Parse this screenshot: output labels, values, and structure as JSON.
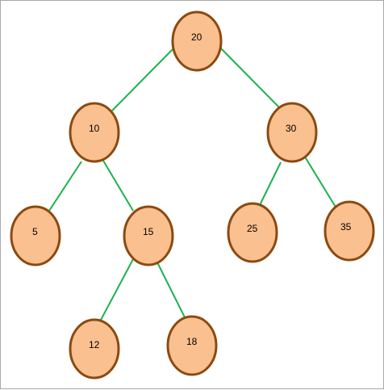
{
  "colors": {
    "node_fill": "#FBC090",
    "node_stroke": "#8B4A10",
    "edge": "#1DB24E",
    "label": "#000000",
    "frame_border": "#A9A9A9"
  },
  "nodes": [
    {
      "id": "n20",
      "label": "20"
    },
    {
      "id": "n10",
      "label": "10"
    },
    {
      "id": "n30",
      "label": "30"
    },
    {
      "id": "n5",
      "label": "5"
    },
    {
      "id": "n15",
      "label": "15"
    },
    {
      "id": "n25",
      "label": "25"
    },
    {
      "id": "n35",
      "label": "35"
    },
    {
      "id": "n12",
      "label": "12"
    },
    {
      "id": "n18",
      "label": "18"
    }
  ],
  "edges": [
    {
      "from": "n20",
      "to": "n10"
    },
    {
      "from": "n20",
      "to": "n30"
    },
    {
      "from": "n10",
      "to": "n5"
    },
    {
      "from": "n10",
      "to": "n15"
    },
    {
      "from": "n30",
      "to": "n25"
    },
    {
      "from": "n30",
      "to": "n35"
    },
    {
      "from": "n15",
      "to": "n12"
    },
    {
      "from": "n15",
      "to": "n18"
    }
  ]
}
